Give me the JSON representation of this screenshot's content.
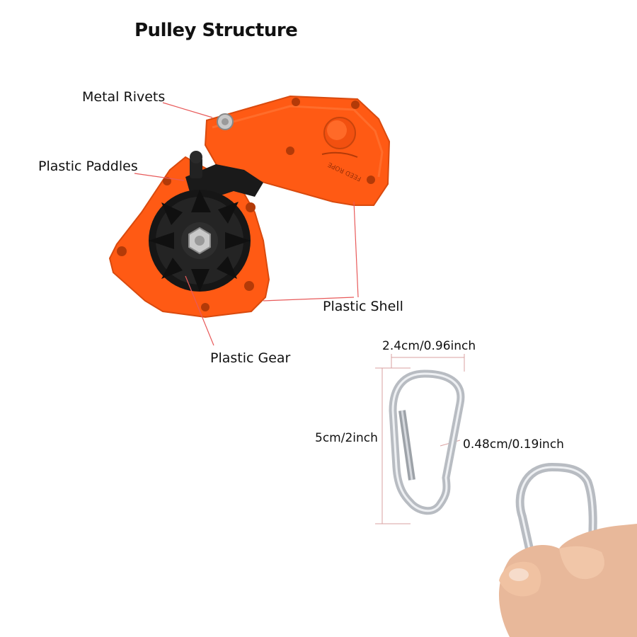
{
  "title": "Pulley Structure",
  "labels": {
    "metal_rivets": "Metal Rivets",
    "plastic_paddles": "Plastic Paddles",
    "plastic_shell": "Plastic Shell",
    "plastic_gear": "Plastic Gear"
  },
  "shell_text": "FEED ROPE",
  "dimensions": {
    "width": "2.4cm/0.96inch",
    "height": "5cm/2inch",
    "wire": "0.48cm/0.19inch"
  },
  "colors": {
    "shell": "#ff5a14",
    "gear": "#1a1a1a",
    "leader": "#e85a5a",
    "dimension": "#d9a0a0",
    "metal": "#b8bcc2"
  }
}
